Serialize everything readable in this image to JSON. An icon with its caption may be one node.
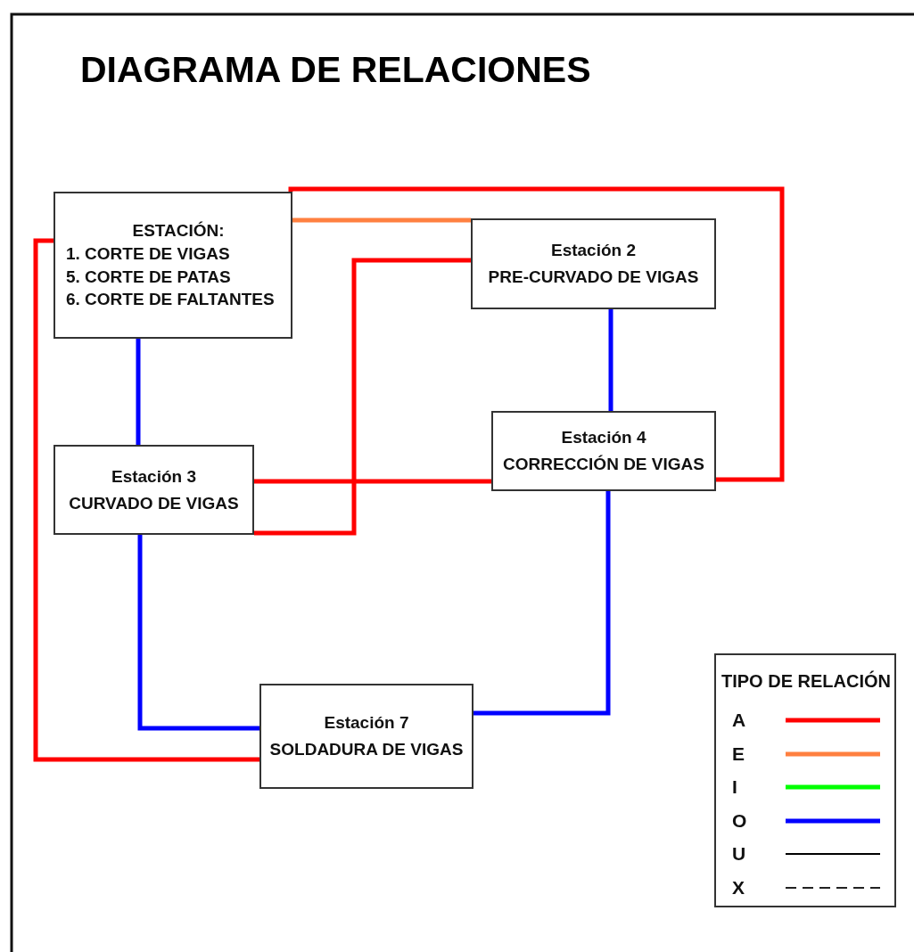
{
  "diagram": {
    "title": "DIAGRAMA DE RELACIONES",
    "nodes": [
      {
        "text": [
          "ESTACIÓN:",
          "1. CORTE DE VIGAS",
          "5. CORTE DE PATAS",
          "6. CORTE DE FALTANTES"
        ]
      },
      {
        "text": [
          "Estación 2",
          "PRE-CURVADO DE VIGAS"
        ]
      },
      {
        "text": [
          "Estación 3",
          "CURVADO DE VIGAS"
        ]
      },
      {
        "text": [
          "Estación 4",
          "CORRECCIÓN DE VIGAS"
        ]
      },
      {
        "text": [
          "Estación 7",
          "SOLDADURA DE VIGAS"
        ]
      }
    ],
    "edges": [
      {
        "from": 0,
        "to": 1,
        "arrow": "none",
        "color": "#ff8040"
      },
      {
        "from": 0,
        "to": 3,
        "arrow": "none",
        "color": "#ff0000"
      },
      {
        "from": 0,
        "to": 2,
        "arrow": "none",
        "color": "#0000ff"
      },
      {
        "from": 0,
        "to": 4,
        "arrow": "none",
        "color": "#ff0000"
      },
      {
        "from": 1,
        "to": 2,
        "arrow": "none",
        "color": "#ff0000"
      },
      {
        "from": 2,
        "to": 3,
        "arrow": "none",
        "color": "#ff0000"
      },
      {
        "from": 1,
        "to": 3,
        "arrow": "none",
        "color": "#0000ff"
      },
      {
        "from": 2,
        "to": 4,
        "arrow": "none",
        "color": "#0000ff"
      },
      {
        "from": 3,
        "to": 4,
        "arrow": "none",
        "color": "#0000ff"
      }
    ],
    "labels": [
      "TIPO DE RELACIÓN"
    ],
    "legend": [
      {
        "text": "A",
        "color": "#ff0000"
      },
      {
        "text": "E",
        "color": "#ff8040"
      },
      {
        "text": "I",
        "color": "#00ff00"
      },
      {
        "text": "O",
        "color": "#0000ff"
      },
      {
        "text": "U",
        "color": "#000000"
      },
      {
        "text": "X"
      }
    ]
  }
}
